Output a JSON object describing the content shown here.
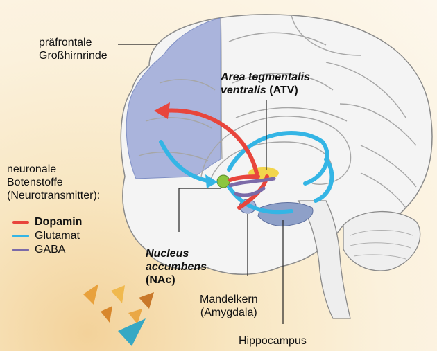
{
  "labels": {
    "prefrontal": {
      "line1": "präfrontale",
      "line2": "Großhirnrinde"
    },
    "atv": {
      "line1": "Area tegmentalis",
      "line2_italic": "ventralis",
      "line2_abbr": "(ATV)"
    },
    "nac": {
      "line1": "Nucleus",
      "line2": "accumbens",
      "line3": "(NAc)"
    },
    "amygdala": {
      "line1": "Mandelkern",
      "line2": "(Amygdala)"
    },
    "hippocampus": "Hippocampus"
  },
  "legend": {
    "title_line1": "neuronale",
    "title_line2": "Botenstoffe",
    "title_line3": "(Neurotransmitter):",
    "items": [
      {
        "label": "Dopamin",
        "color": "#e8453c",
        "bold": true
      },
      {
        "label": "Glutamat",
        "color": "#34b5e5",
        "bold": false
      },
      {
        "label": "GABA",
        "color": "#7b6aa8",
        "bold": false
      }
    ]
  },
  "colors": {
    "prefrontal_region": "#aab4dc",
    "brain_outline": "#8a8a8a",
    "brain_fill": "#f4f4f4",
    "dopamine": "#e8453c",
    "glutamate": "#34b5e5",
    "gaba": "#7b6aa8"
  }
}
